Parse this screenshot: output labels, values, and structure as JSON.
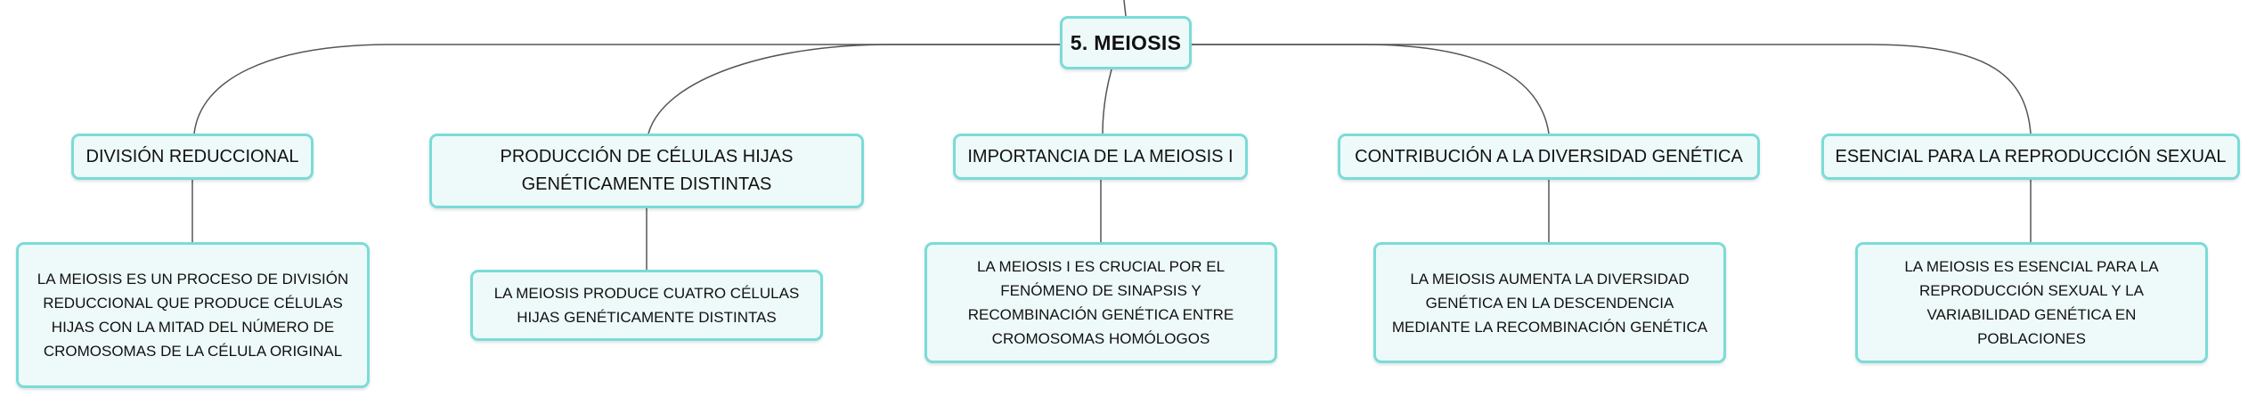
{
  "root": {
    "label": "5. MEIOSIS"
  },
  "topics": [
    {
      "label": "DIVISIÓN REDUCCIONAL",
      "detail": "LA MEIOSIS ES UN PROCESO DE DIVISIÓN REDUCCIONAL QUE PRODUCE CÉLULAS HIJAS CON LA MITAD DEL NÚMERO DE CROMOSOMAS DE LA CÉLULA ORIGINAL"
    },
    {
      "label": "PRODUCCIÓN DE CÉLULAS HIJAS GENÉTICAMENTE DISTINTAS",
      "detail": "LA MEIOSIS PRODUCE CUATRO CÉLULAS HIJAS GENÉTICAMENTE DISTINTAS"
    },
    {
      "label": "IMPORTANCIA DE LA MEIOSIS I",
      "detail": "LA MEIOSIS I ES CRUCIAL POR EL FENÓMENO DE SINAPSIS Y RECOMBINACIÓN GENÉTICA ENTRE CROMOSOMAS HOMÓLOGOS"
    },
    {
      "label": "CONTRIBUCIÓN A LA DIVERSIDAD GENÉTICA",
      "detail": "LA MEIOSIS AUMENTA LA DIVERSIDAD GENÉTICA EN LA DESCENDENCIA MEDIANTE LA RECOMBINACIÓN GENÉTICA"
    },
    {
      "label": "ESENCIAL PARA LA REPRODUCCIÓN SEXUAL",
      "detail": "LA MEIOSIS ES ESENCIAL PARA LA REPRODUCCIÓN SEXUAL Y LA VARIABILIDAD GENÉTICA EN POBLACIONES"
    }
  ],
  "colors": {
    "node_fill": "#eefaf9",
    "node_border": "#7adcd8",
    "connector": "#555555"
  }
}
